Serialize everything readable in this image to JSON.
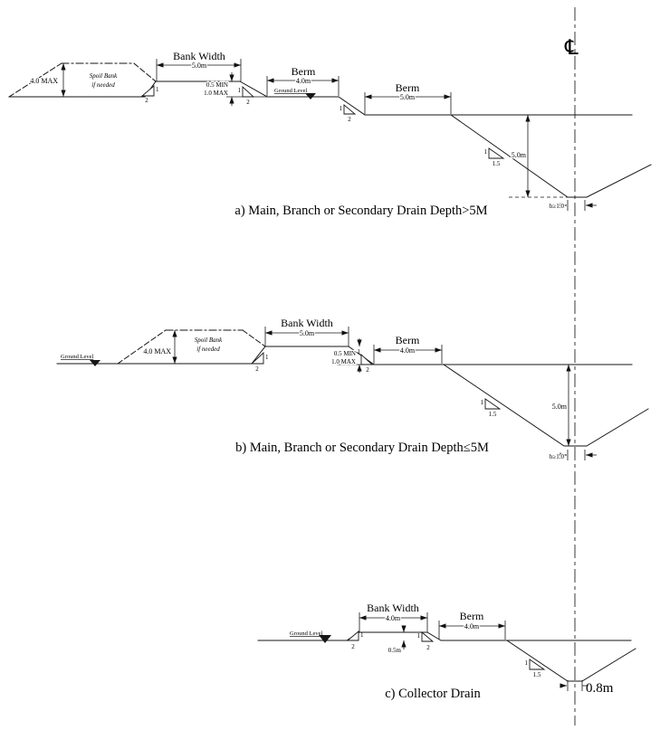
{
  "centerline": {
    "symbol": "℄"
  },
  "slope": {
    "rise": "1",
    "run_bank": "2",
    "run_drain": "1.5"
  },
  "sections": {
    "a": {
      "caption": "a) Main, Branch or Secondary Drain Depth>5M",
      "spoil_bank": {
        "height_label": "4.0 MAX",
        "name_line1": "Spoil Bank",
        "name_line2": "if needed"
      },
      "bank": {
        "label": "Bank Width",
        "width": "5.0m",
        "freeboard_min": "0.5 MIN",
        "freeboard_max": "1.0 MAX"
      },
      "ground_level": "Ground Level",
      "berm1": {
        "label": "Berm",
        "width": "4.0m"
      },
      "berm2": {
        "label": "Berm",
        "width": "5.0m"
      },
      "drain": {
        "depth": "5.0m",
        "bottom_width": "b≥1.0"
      }
    },
    "b": {
      "caption": "b) Main, Branch or Secondary Drain Depth≤5M",
      "ground_level": "Ground Level",
      "spoil_bank": {
        "height_label": "4.0 MAX",
        "name_line1": "Spoil Bank",
        "name_line2": "if needed"
      },
      "bank": {
        "label": "Bank Width",
        "width": "5.0m",
        "freeboard_min": "0.5 MIN",
        "freeboard_max": "1.0 MAX"
      },
      "berm": {
        "label": "Berm",
        "width": "4.0m"
      },
      "drain": {
        "depth": "5.0m",
        "bottom_width": "b≥1.0"
      }
    },
    "c": {
      "caption": "c) Collector Drain",
      "ground_level": "Ground Level",
      "bank": {
        "label": "Bank Width",
        "width": "4.0m",
        "height": "0.5m"
      },
      "berm": {
        "label": "Berm",
        "width": "4.0m"
      },
      "drain": {
        "bottom_width": "0.8m"
      }
    }
  }
}
